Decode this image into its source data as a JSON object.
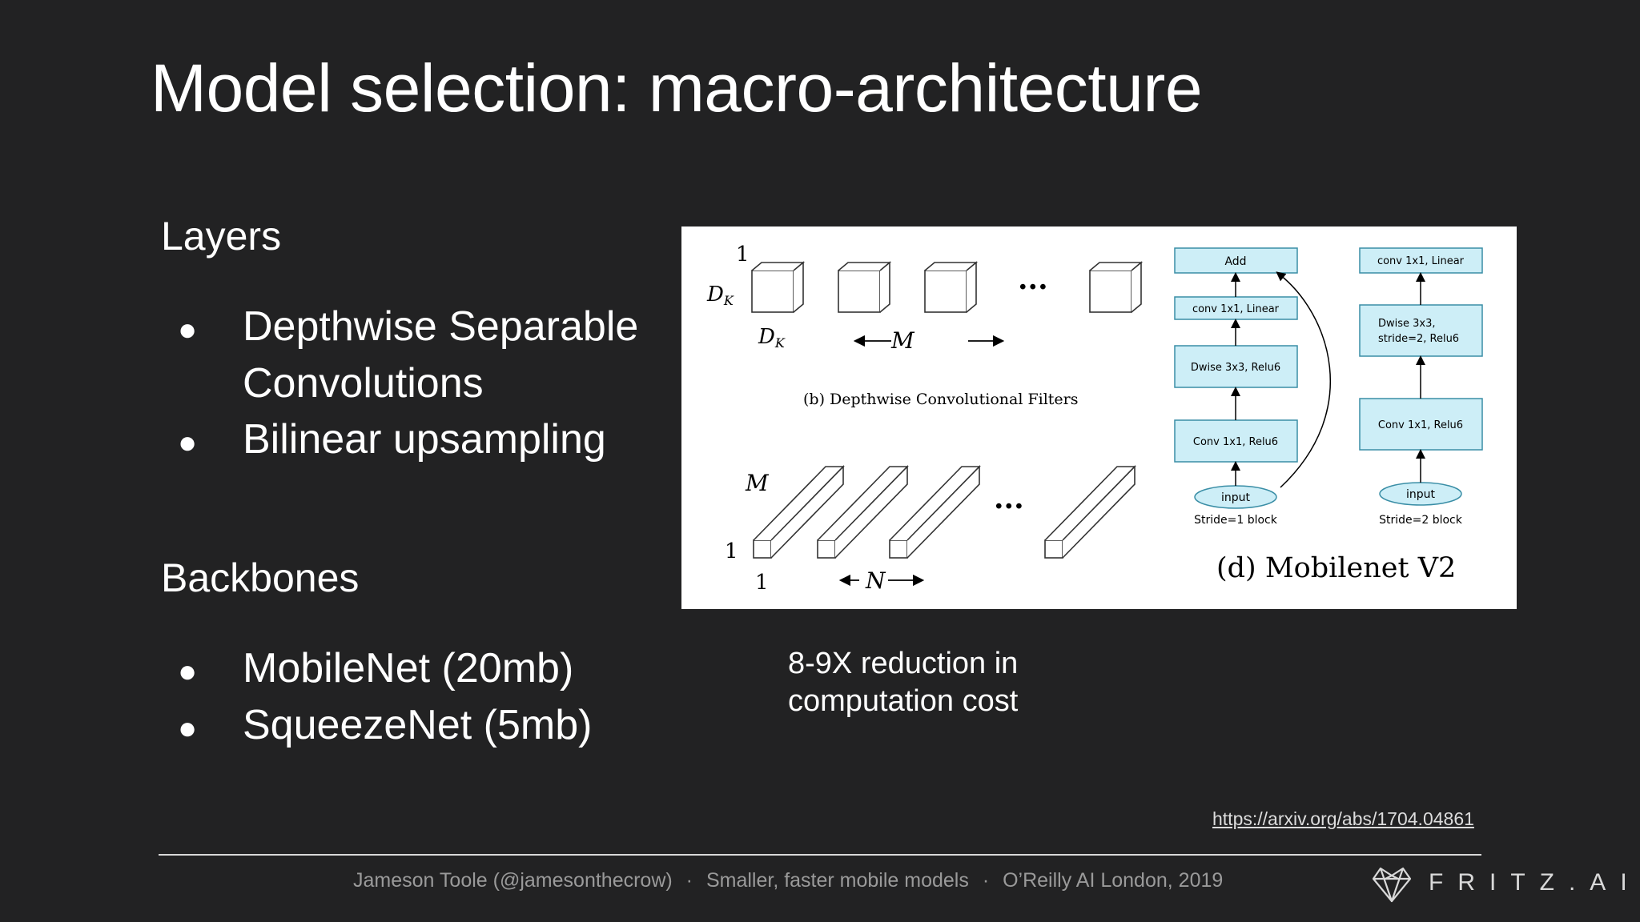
{
  "slide": {
    "title": "Model selection: macro-architecture"
  },
  "layers": {
    "heading": "Layers",
    "bullet_symbol": "●",
    "items": [
      "Depthwise Separable",
      "Convolutions",
      "Bilinear upsampling"
    ]
  },
  "backbones": {
    "heading": "Backbones",
    "items": [
      "MobileNet (20mb)",
      "SqueezeNet (5mb)"
    ]
  },
  "figure": {
    "panel_b": {
      "label_one": "1",
      "label_dk_left": "D",
      "label_dk_left_sub": "K",
      "label_dk_bottom": "D",
      "label_dk_bottom_sub": "K",
      "label_m": "M",
      "ellipsis": "···",
      "caption": "(b)  Depthwise Convolutional Filters"
    },
    "panel_c": {
      "label_m": "M",
      "label_one_left": "1",
      "label_one_bottom": "1",
      "label_n": "N",
      "ellipsis": "···"
    },
    "stride1": {
      "add": "Add",
      "conv_linear": "conv 1x1, Linear",
      "dwise": "Dwise 3x3, Relu6",
      "conv_relu": "Conv 1x1, Relu6",
      "input": "input",
      "caption": "Stride=1 block"
    },
    "stride2": {
      "conv_linear": "conv 1x1, Linear",
      "dwise_line1": "Dwise 3x3,",
      "dwise_line2": "stride=2, Relu6",
      "conv_relu": "Conv 1x1, Relu6",
      "input": "input",
      "caption": "Stride=2 block"
    },
    "title": "(d) Mobilenet V2",
    "box_fill": "#cdeef7",
    "box_stroke": "#3a8ea6"
  },
  "caption": {
    "line1": "8-9X reduction in",
    "line2": "computation cost"
  },
  "reference": {
    "url": "https://arxiv.org/abs/1704.04861"
  },
  "footer": {
    "author": "Jameson Toole (@jamesonthecrow)",
    "separator": "·",
    "talk": "Smaller, faster mobile models",
    "event": "O’Reilly AI London, 2019",
    "brand": "FRITZ.AI",
    "brand_icon": "fritz-heart-logo-icon"
  }
}
